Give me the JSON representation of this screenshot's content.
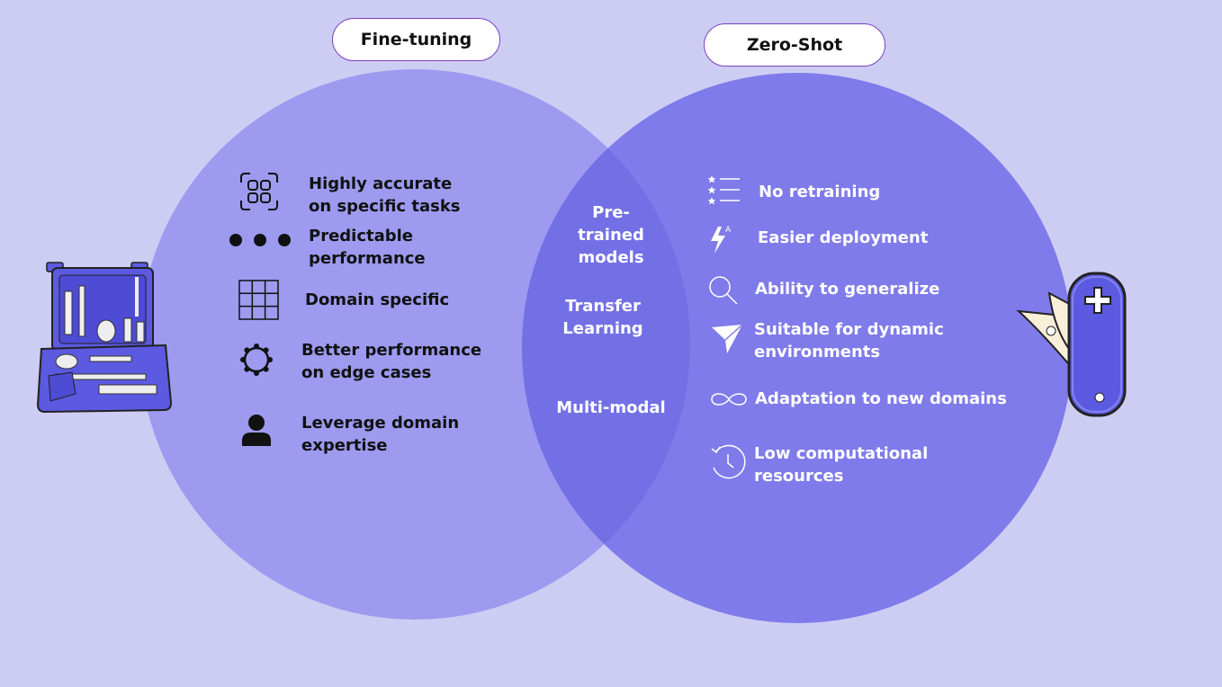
{
  "fine_tuning": {
    "title": "Fine-tuning",
    "items": [
      {
        "label": "Highly accurate\non specific tasks",
        "icon": "scan-grid-icon"
      },
      {
        "label": "Predictable\nperformance",
        "icon": "three-dots-icon"
      },
      {
        "label": "Domain specific",
        "icon": "grid-icon"
      },
      {
        "label": "Better performance\non edge cases",
        "icon": "gear-ring-icon"
      },
      {
        "label": "Leverage domain\nexpertise",
        "icon": "user-icon"
      }
    ]
  },
  "zero_shot": {
    "title": "Zero-Shot",
    "items": [
      {
        "label": "No retraining",
        "icon": "starred-list-icon"
      },
      {
        "label": "Easier deployment",
        "icon": "lightning-icon"
      },
      {
        "label": "Ability to generalize",
        "icon": "magnifier-icon"
      },
      {
        "label": "Suitable for dynamic\nenvironments",
        "icon": "paper-plane-icon"
      },
      {
        "label": "Adaptation to new domains",
        "icon": "infinity-icon"
      },
      {
        "label": "Low computational\nresources",
        "icon": "history-clock-icon"
      }
    ]
  },
  "shared": {
    "items": [
      "Pre-\ntrained\nmodels",
      "Transfer\nLearning",
      "Multi-modal"
    ]
  },
  "colors": {
    "background": "#cdcdf4",
    "left_circle": "#9d9aef",
    "right_circle": "#7f7bea",
    "overlap": "#7370e6",
    "pill_border": "#7a3fc2"
  }
}
